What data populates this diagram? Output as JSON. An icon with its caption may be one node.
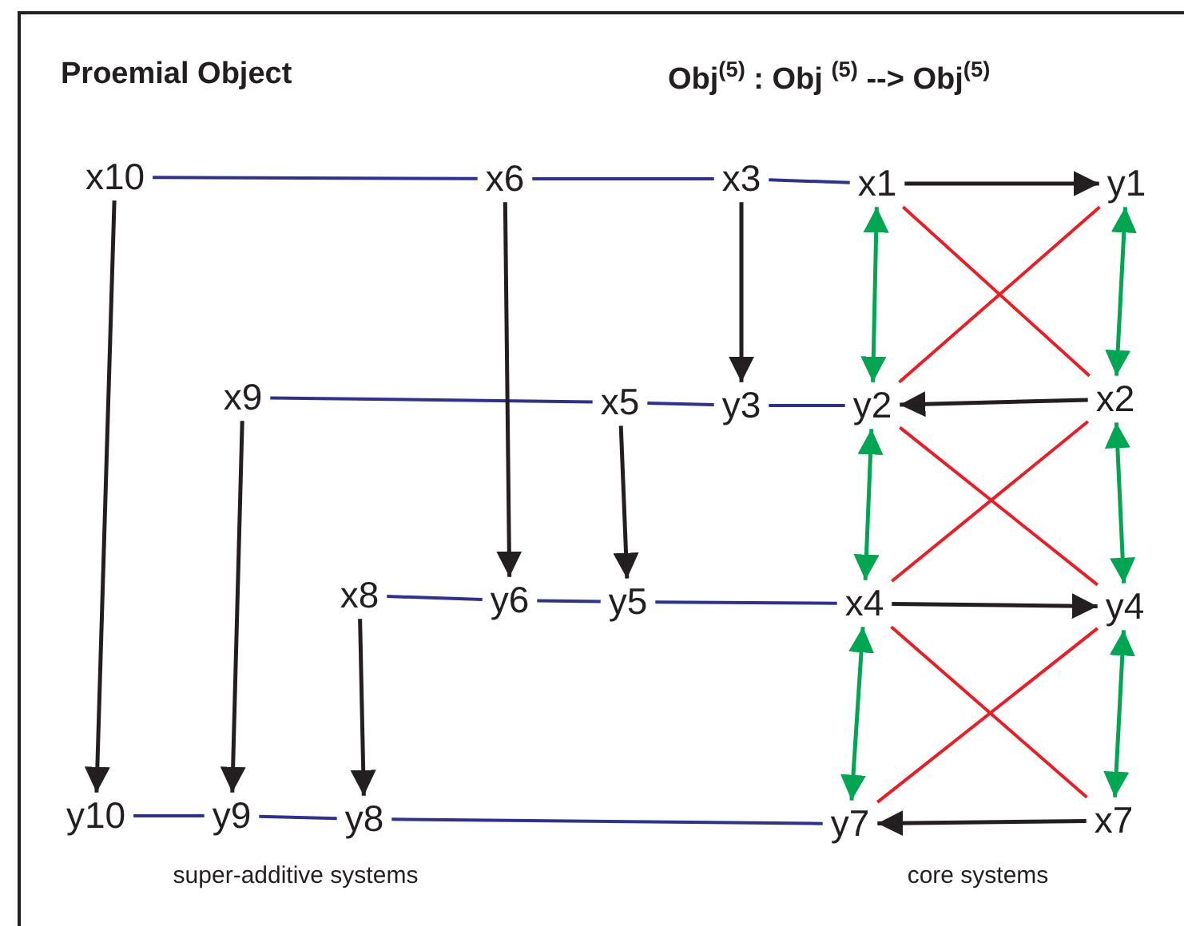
{
  "diagram": {
    "nodes": [
      {
        "text": [
          "x10"
        ]
      },
      {
        "text": [
          "x6"
        ]
      },
      {
        "text": [
          "x3"
        ]
      },
      {
        "text": [
          "x1"
        ]
      },
      {
        "text": [
          "y1"
        ]
      },
      {
        "text": [
          "x9"
        ]
      },
      {
        "text": [
          "x5"
        ]
      },
      {
        "text": [
          "y3"
        ]
      },
      {
        "text": [
          "y2"
        ]
      },
      {
        "text": [
          "x2"
        ]
      },
      {
        "text": [
          "x8"
        ]
      },
      {
        "text": [
          "y6"
        ]
      },
      {
        "text": [
          "y5"
        ]
      },
      {
        "text": [
          "x4"
        ]
      },
      {
        "text": [
          "y4"
        ]
      },
      {
        "text": [
          "y10"
        ]
      },
      {
        "text": [
          "y9"
        ]
      },
      {
        "text": [
          "y8"
        ]
      },
      {
        "text": [
          "y7"
        ]
      },
      {
        "text": [
          "x7"
        ]
      }
    ],
    "edges": [
      {
        "from": 0,
        "to": 1,
        "arrow": "none"
      },
      {
        "from": 1,
        "to": 2,
        "arrow": "none"
      },
      {
        "from": 2,
        "to": 3,
        "arrow": "none"
      },
      {
        "from": 5,
        "to": 6,
        "arrow": "none"
      },
      {
        "from": 6,
        "to": 7,
        "arrow": "none"
      },
      {
        "from": 7,
        "to": 8,
        "arrow": "none"
      },
      {
        "from": 10,
        "to": 11,
        "arrow": "none"
      },
      {
        "from": 11,
        "to": 12,
        "arrow": "none"
      },
      {
        "from": 12,
        "to": 13,
        "arrow": "none"
      },
      {
        "from": 15,
        "to": 16,
        "arrow": "none"
      },
      {
        "from": 16,
        "to": 17,
        "arrow": "none"
      },
      {
        "from": 17,
        "to": 18,
        "arrow": "none"
      },
      {
        "from": 3,
        "to": 4,
        "arrow": "to",
        "color": "#231f20"
      },
      {
        "from": 9,
        "to": 8,
        "arrow": "to",
        "color": "#231f20"
      },
      {
        "from": 13,
        "to": 14,
        "arrow": "to",
        "color": "#231f20"
      },
      {
        "from": 19,
        "to": 18,
        "arrow": "to",
        "color": "#231f20"
      },
      {
        "from": 0,
        "to": 15,
        "arrow": "to",
        "color": "#231f20"
      },
      {
        "from": 5,
        "to": 16,
        "arrow": "to",
        "color": "#231f20"
      },
      {
        "from": 10,
        "to": 17,
        "arrow": "to",
        "color": "#231f20"
      },
      {
        "from": 1,
        "to": 11,
        "arrow": "to",
        "color": "#231f20"
      },
      {
        "from": 2,
        "to": 7,
        "arrow": "to",
        "color": "#231f20"
      },
      {
        "from": 6,
        "to": 12,
        "arrow": "to",
        "color": "#231f20"
      },
      {
        "from": 3,
        "to": 8,
        "arrow": "both",
        "color": "#00a651"
      },
      {
        "from": 4,
        "to": 9,
        "arrow": "both",
        "color": "#00a651"
      },
      {
        "from": 8,
        "to": 13,
        "arrow": "both",
        "color": "#00a651"
      },
      {
        "from": 9,
        "to": 14,
        "arrow": "both",
        "color": "#00a651"
      },
      {
        "from": 13,
        "to": 18,
        "arrow": "both",
        "color": "#00a651"
      },
      {
        "from": 14,
        "to": 19,
        "arrow": "both",
        "color": "#00a651"
      },
      {
        "from": 3,
        "to": 9,
        "arrow": "none",
        "color": "#ed1c24"
      },
      {
        "from": 4,
        "to": 8,
        "arrow": "none",
        "color": "#ed1c24"
      },
      {
        "from": 8,
        "to": 14,
        "arrow": "none",
        "color": "#ed1c24"
      },
      {
        "from": 9,
        "to": 13,
        "arrow": "none",
        "color": "#ed1c24"
      },
      {
        "from": 13,
        "to": 19,
        "arrow": "none",
        "color": "#ed1c24"
      },
      {
        "from": 14,
        "to": 18,
        "arrow": "none",
        "color": "#ed1c24"
      }
    ],
    "labels": [
      "Proemial Object",
      "Obj$^{(5)}$ : Obj $^{(5)}$ --> Obj$^{(5)}$",
      "super-additive systems",
      "core systems"
    ]
  }
}
